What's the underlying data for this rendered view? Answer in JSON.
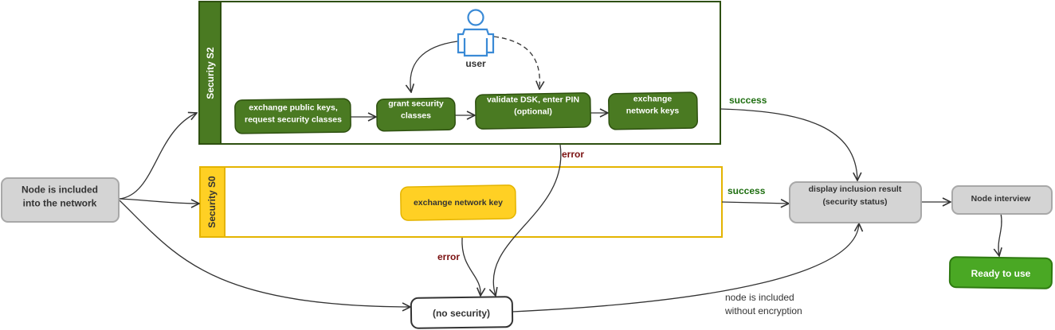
{
  "nodes": {
    "start": "Node is included\ninto the network",
    "s2_exchange_public": "exchange public keys,\nrequest security classes",
    "s2_grant": "grant security\nclasses",
    "s2_validate": "validate DSK, enter PIN\n(optional)",
    "s2_exchange_network": "exchange\nnetwork keys",
    "s0_exchange": "exchange network key",
    "no_security": "(no security)",
    "display_result": "display inclusion result\n(security status)",
    "node_interview": "Node interview",
    "ready": "Ready to use"
  },
  "groups": {
    "s2_label": "Security S2",
    "s0_label": "Security S0"
  },
  "actor": {
    "label": "user",
    "icon": "user-icon"
  },
  "edge_labels": {
    "s2_success": "success",
    "s0_success": "success",
    "s2_error": "error",
    "s0_error": "error",
    "no_encryption": "node is included\nwithout encryption"
  },
  "colors": {
    "s2_green": "#4a7a22",
    "s2_border": "#2e5010",
    "s0_yellow": "#ffd024",
    "s0_border": "#e4b400",
    "gray_node": "#d4d4d4",
    "ready_green": "#4aa824",
    "error_text": "#7a1010",
    "success_text": "#1e6e10"
  }
}
